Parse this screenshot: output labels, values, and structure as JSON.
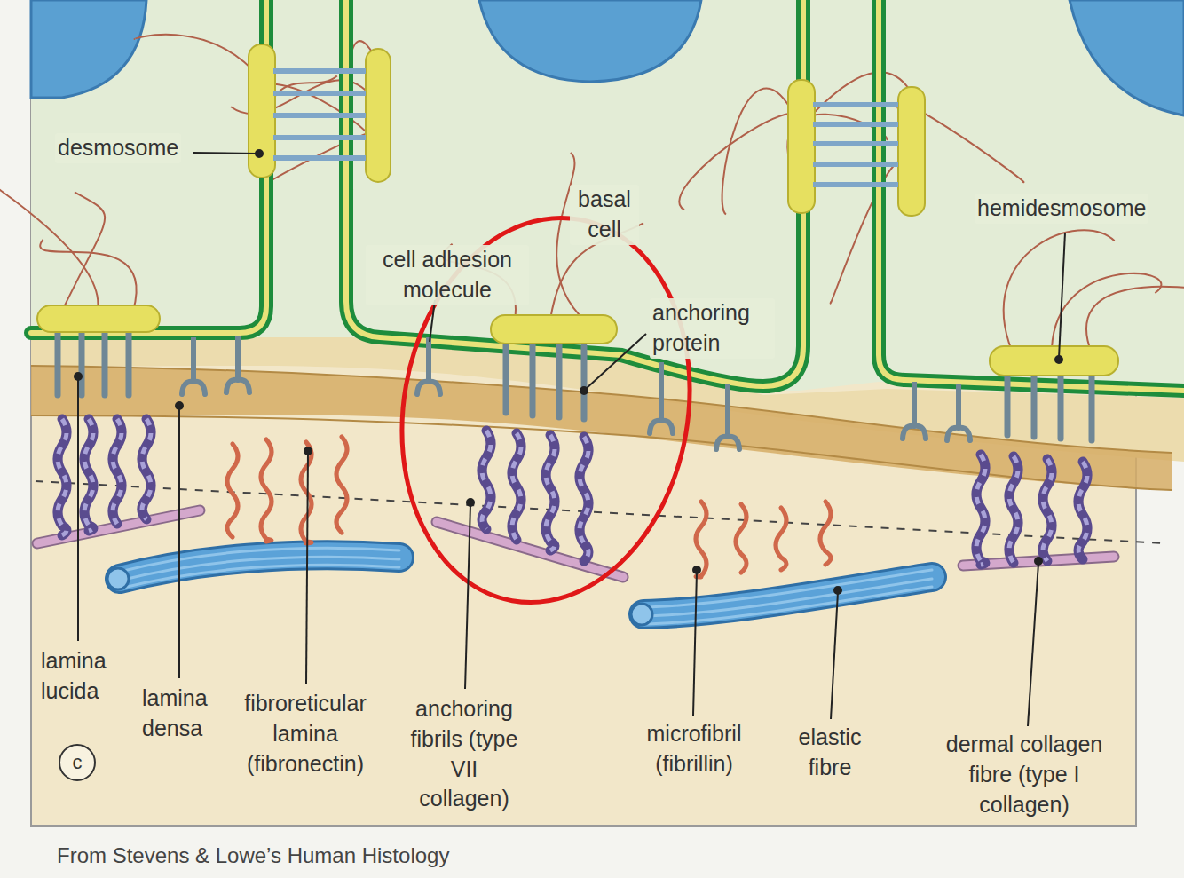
{
  "diagram": {
    "caption": "From Stevens & Lowe’s Human Histology",
    "nodes": [
      {
        "text": [
          "c"
        ]
      }
    ],
    "labels": [
      "desmosome",
      "basal cell",
      "hemidesmosome",
      "cell adhesion molecule",
      "anchoring protein",
      "lamina lucida",
      "lamina densa",
      "fibroreticular lamina (fibronectin)",
      "anchoring fibrils (type VII collagen)",
      "microfibril (fibrillin)",
      "elastic fibre",
      "dermal collagen fibre (type I collagen)"
    ]
  }
}
